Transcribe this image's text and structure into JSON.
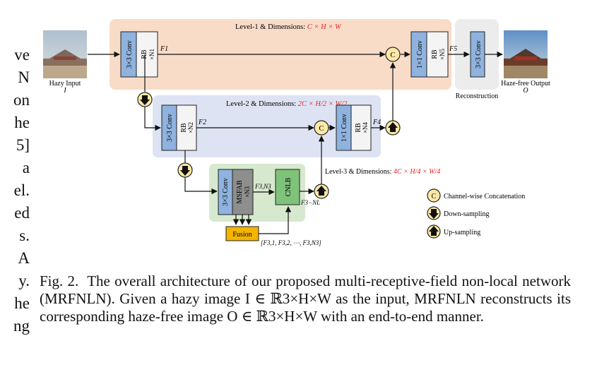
{
  "left_column_fragments": [
    "ve",
    "N",
    "on",
    "he",
    "5]",
    "a",
    "el.",
    "ed",
    "s.",
    "A",
    "y.",
    "he",
    "ng"
  ],
  "diagram": {
    "level1": {
      "label": "Level-1 & Dimensions:",
      "dims": "C × H × W"
    },
    "level2": {
      "label": "Level-2 & Dimensions:",
      "dims": "2C × H/2 × W/2"
    },
    "level3": {
      "label": "Level-3 & Dimensions:",
      "dims": "4C × H/4 × W/4"
    },
    "conv3": "3×3 Conv",
    "conv1": "1×1 Conv",
    "rb": "RB",
    "rb_n1": "×N1",
    "rb_n2": "×N2",
    "rb_n4": "×N4",
    "rb_n5": "×N5",
    "msfab": "MSFAB",
    "msfab_n": "×N3",
    "cnlb": "CNLB",
    "fusion": "Fusion",
    "fusion_list": "[F3,1, F3,2, ⋯, F3,N3]",
    "concat": "C",
    "f1": "F1",
    "f2": "F2",
    "f3n3": "F3,N3",
    "f3nl": "F3−NL",
    "f4": "F4",
    "f5": "F5",
    "hazy_input": "Hazy Input",
    "hazy_symbol": "I",
    "haze_free_output": "Haze-free Output",
    "output_symbol": "O",
    "reconstruction": "Reconstruction",
    "legend": {
      "concat": "Channel-wise Concatenation",
      "down": "Down-sampling",
      "up": "Up-sampling"
    },
    "colors": {
      "level1_bg": "#f9dcc8",
      "level2_bg": "#dde3f3",
      "level3_bg": "#d6e9cf",
      "conv_blue": "#8fb3de",
      "rb_white": "#f4f4f4",
      "msfab_gray": "#8e8e8e",
      "cnlb_green": "#7fc27a",
      "fusion_orange": "#f4b400",
      "concat_yellow": "#fde8a5",
      "accent_red": "#e5262a"
    }
  },
  "caption": {
    "label": "Fig. 2.",
    "text": "The overall architecture of our proposed multi-receptive-field non-local network (MRFNLN). Given a hazy image I ∈ ℝ3×H×W as the input, MRFNLN reconstructs its corresponding haze-free image O ∈ ℝ3×H×W with an end-to-end manner."
  }
}
